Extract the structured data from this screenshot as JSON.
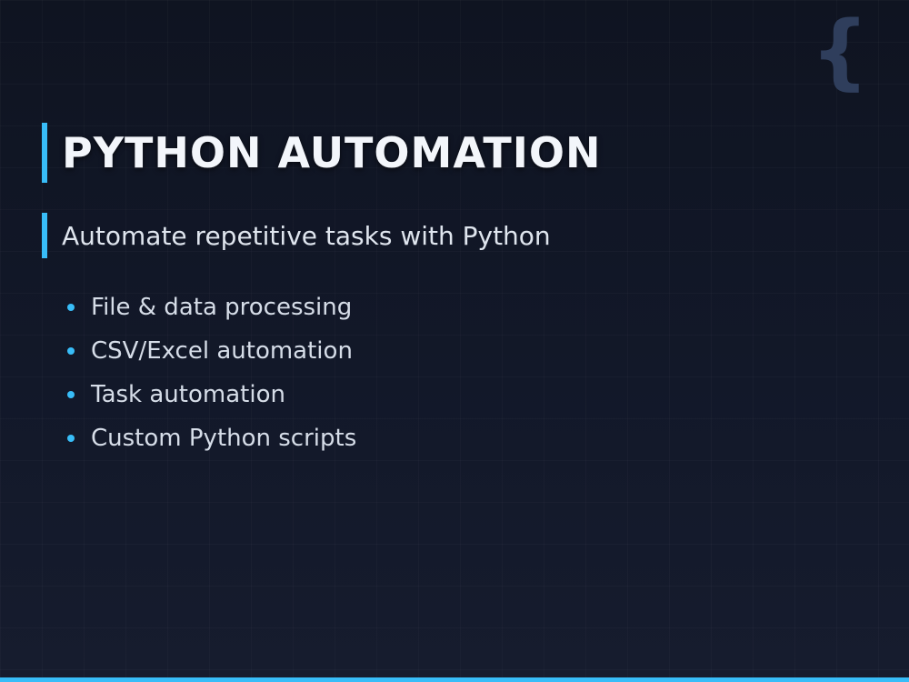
{
  "decoration": {
    "glyph": "{"
  },
  "title": "PYTHON AUTOMATION",
  "subtitle": "Automate repetitive tasks with Python",
  "bullets": [
    "File & data processing",
    "CSV/Excel automation",
    "Task automation",
    "Custom Python scripts"
  ],
  "colors": {
    "accent": "#38bdf8",
    "background": "#101624",
    "glyph": "#2f3e5c"
  }
}
